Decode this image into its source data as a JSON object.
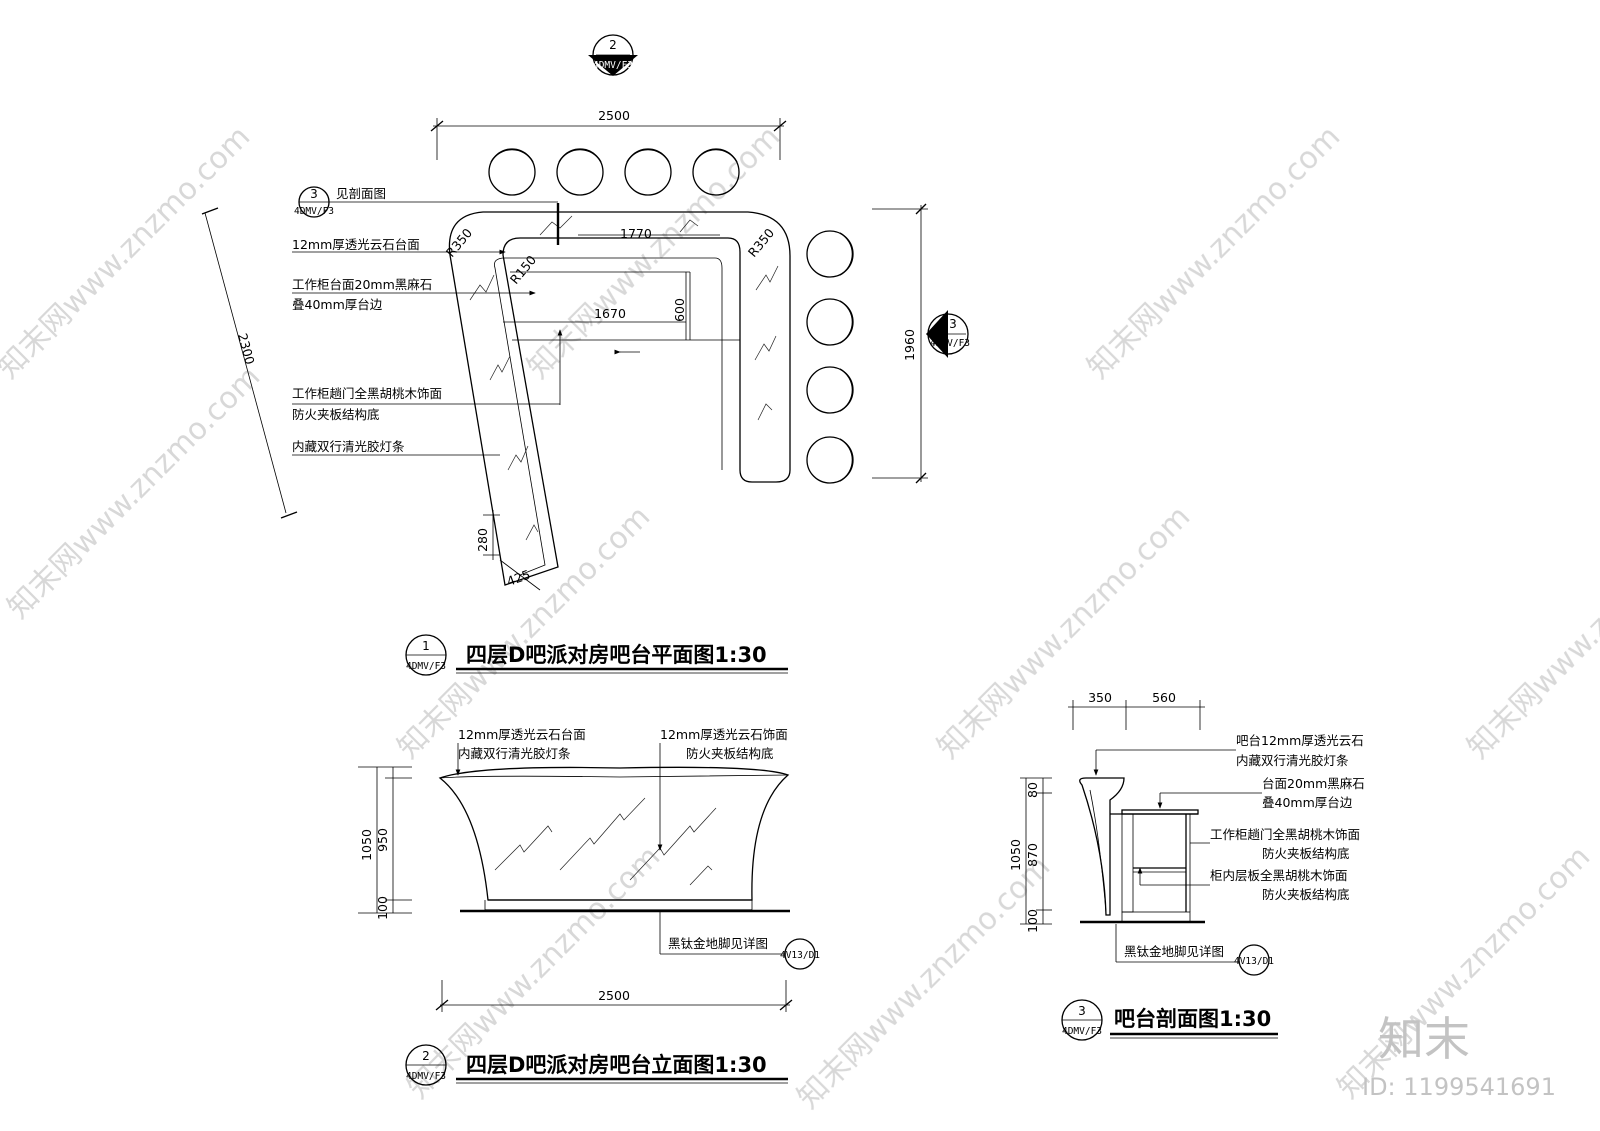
{
  "plan": {
    "title": "四层D吧派对房吧台平面图1:30",
    "bubble_num": "1",
    "bubble_ref": "4DMV/F3",
    "dims": {
      "top_width": "2500",
      "right_height": "1960",
      "diag": "2300",
      "inner_top": "1770",
      "inner_mid": "1670",
      "inner_v": "600",
      "end_h": "280",
      "end_w": "425",
      "r_outer_left": "R350",
      "r_inner": "R150",
      "r_outer_right": "R350"
    },
    "section_marker": {
      "num": "3",
      "ref": "4DMV/F3",
      "text": "见剖面图"
    },
    "top_elev_marker": {
      "num": "2",
      "ref": "4DMV/F3"
    },
    "right_elev_marker": {
      "num": "3",
      "ref": "4DMV/F3"
    },
    "notes": [
      "12mm厚透光云石台面",
      "工作柜台面20mm黑麻石",
      "叠40mm厚台边",
      "工作柜趟门全黑胡桃木饰面",
      "防火夹板结构底",
      "内藏双行清光胶灯条"
    ]
  },
  "elevation": {
    "title": "四层D吧派对房吧台立面图1:30",
    "bubble_num": "2",
    "bubble_ref": "4DMV/F3",
    "dims": {
      "total_h": "1050",
      "body_h": "950",
      "base_h": "100",
      "width": "2500"
    },
    "notes_left": [
      "12mm厚透光云石台面",
      "内藏双行清光胶灯条"
    ],
    "notes_right": [
      "12mm厚透光云石饰面",
      "防火夹板结构底"
    ],
    "foot_note": "黑钛金地脚见详图",
    "foot_ref": "4V13/D1"
  },
  "section": {
    "title": "吧台剖面图1:30",
    "bubble_num": "3",
    "bubble_ref": "4DMV/F3",
    "dims": {
      "w1": "350",
      "w2": "560",
      "total_h": "1050",
      "top_h": "80",
      "mid_h": "870",
      "base_h": "100"
    },
    "notes": [
      "吧台12mm厚透光云石",
      "内藏双行清光胶灯条",
      "台面20mm黑麻石",
      "叠40mm厚台边",
      "工作柜趟门全黑胡桃木饰面",
      "防火夹板结构底",
      "柜内层板全黑胡桃木饰面",
      "防火夹板结构底"
    ],
    "foot_note": "黑钛金地脚见详图",
    "foot_ref": "4V13/D1"
  },
  "watermark": {
    "text": "知末网www.znzmo.com",
    "logo": "知末",
    "id": "ID: 1199541691"
  }
}
